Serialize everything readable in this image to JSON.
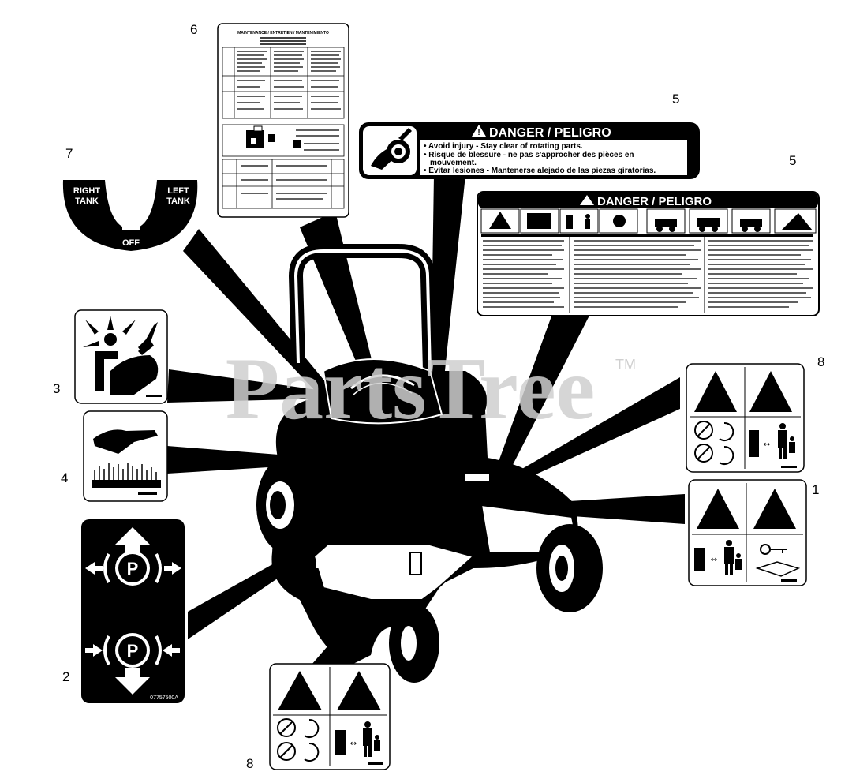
{
  "watermark": {
    "text": "PartsTree",
    "trademark": "TM"
  },
  "callouts": [
    "1",
    "2",
    "3",
    "4",
    "5",
    "5",
    "6",
    "7",
    "8",
    "8"
  ],
  "decal_5a": {
    "header": "DANGER / PELIGRO",
    "lines": [
      "• Avoid injury - Stay clear of rotating parts.",
      "• Risque de blessure - ne pas s'approcher des pièces en",
      "mouvement.",
      "• Evitar lesiones - Mantenerse alejado de las piezas giratorias."
    ]
  },
  "decal_5b": {
    "header": "DANGER / PELIGRO"
  },
  "decal_6": {
    "header": "MAINTENANCE / ENTRETIEN / MANTENIMIENTO"
  },
  "decal_7": {
    "right_tank": [
      "RIGHT",
      "TANK"
    ],
    "left_tank": [
      "LEFT",
      "TANK"
    ],
    "off": "OFF"
  },
  "decal_2": {
    "part_number": "07757500A"
  },
  "colors": {
    "ink": "#000000",
    "paper": "#ffffff",
    "watermark": "#d9d9d9"
  }
}
